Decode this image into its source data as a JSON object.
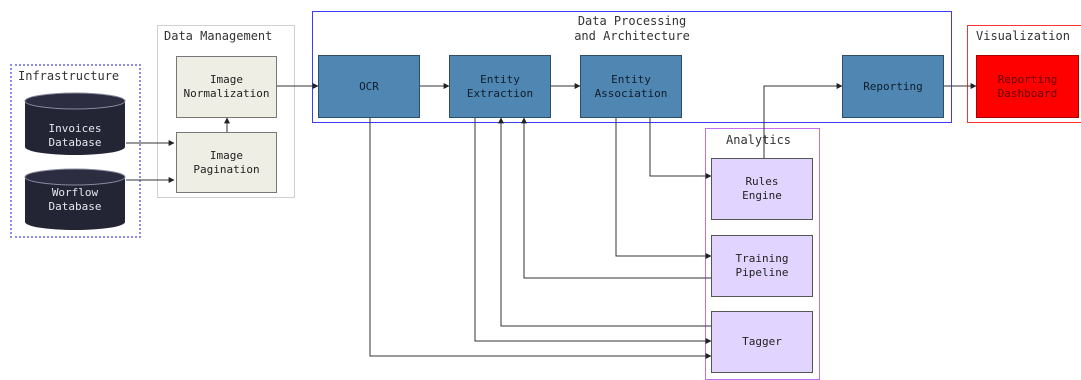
{
  "groups": {
    "infrastructure": "Infrastructure",
    "data_management": "Data Management",
    "data_processing": "Data Processing\nand Architecture",
    "visualization": "Visualization",
    "analytics": "Analytics"
  },
  "databases": {
    "invoices": [
      "Invoices",
      "Database"
    ],
    "workflow": [
      "Worflow",
      "Database"
    ]
  },
  "nodes": {
    "image_normalization": "Image\nNormalization",
    "image_pagination": "Image\nPagination",
    "ocr": "OCR",
    "entity_extraction": "Entity\nExtraction",
    "entity_association": "Entity\nAssociation",
    "reporting": "Reporting",
    "reporting_dashboard": "Reporting\nDashboard",
    "rules_engine": "Rules\nEngine",
    "training_pipeline": "Training\nPipeline",
    "tagger": "Tagger"
  },
  "colors": {
    "processing": "#4f86b2",
    "data_management": "#eeeee4",
    "analytics": "#e1d5ff",
    "visualization": "#ff0000",
    "database": "#232434"
  }
}
